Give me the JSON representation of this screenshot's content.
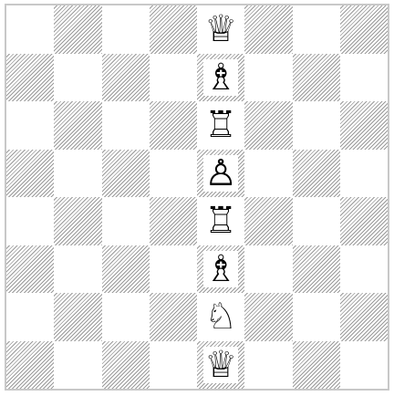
{
  "board": {
    "rows": [
      [
        "",
        "",
        "",
        "",
        "queen",
        "",
        "",
        ""
      ],
      [
        "",
        "",
        "",
        "",
        "bishop",
        "",
        "",
        ""
      ],
      [
        "",
        "",
        "",
        "",
        "rook",
        "",
        "",
        ""
      ],
      [
        "",
        "",
        "",
        "",
        "pawn",
        "",
        "",
        ""
      ],
      [
        "",
        "",
        "",
        "",
        "rook",
        "",
        "",
        ""
      ],
      [
        "",
        "",
        "",
        "",
        "bishop",
        "",
        "",
        ""
      ],
      [
        "",
        "",
        "",
        "",
        "knight",
        "",
        "",
        ""
      ],
      [
        "",
        "",
        "",
        "",
        "queen",
        "",
        "",
        ""
      ]
    ],
    "piece_color": "white",
    "glyphs": {
      "queen": "♕",
      "bishop": "♗",
      "rook": "♖",
      "pawn": "♙",
      "knight": "♘"
    },
    "colors": {
      "hatch": "#9a9a9a",
      "light_square": "#ffffff",
      "border": "#c8c8c8"
    }
  }
}
